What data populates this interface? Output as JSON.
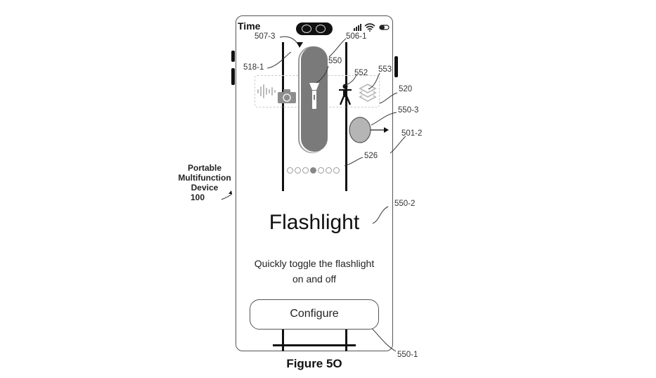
{
  "figure": {
    "caption": "Figure 5O",
    "device_label": [
      "Portable",
      "Multifunction",
      "Device",
      "100"
    ]
  },
  "status_bar": {
    "time": "Time",
    "icons": [
      "signal-icon",
      "wifi-icon",
      "battery-icon"
    ]
  },
  "reference_labels": {
    "r507_3": "507-3",
    "r506_1": "506-1",
    "r518_1": "518-1",
    "r550": "550",
    "r552": "552",
    "r553": "553",
    "r520": "520",
    "r550_3": "550-3",
    "r501_2": "501-2",
    "r526": "526",
    "r550_2": "550-2",
    "r550_1": "550-1"
  },
  "carousel": {
    "items": [
      "voice-memo-icon",
      "camera-icon",
      "flashlight-icon",
      "accessibility-icon",
      "shortcuts-icon"
    ],
    "selected": "flashlight-icon"
  },
  "page_indicator": {
    "count": 7,
    "active_index": 3
  },
  "content": {
    "title": "Flashlight",
    "description_line1": "Quickly toggle the flashlight",
    "description_line2": "on and off",
    "configure_label": "Configure"
  }
}
